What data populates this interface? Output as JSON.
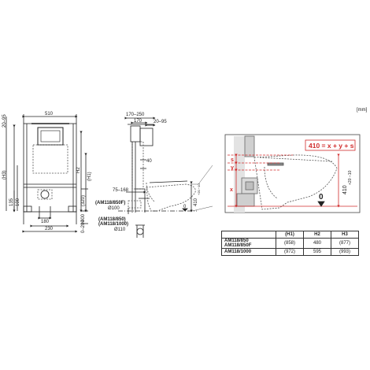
{
  "unit": "[mm]",
  "front_view": {
    "width_top": "510",
    "dim_20_95": "20–95",
    "dim_h3": "(H3)",
    "dim_h1": "(H1)",
    "dim_h2": "H2",
    "dim_320": "(320)",
    "dim_135": "135",
    "dim_100": "100",
    "dim_180": "180",
    "dim_230": "230",
    "dim_400": "400",
    "dim_0_200": "0–200"
  },
  "side_view": {
    "dim_170_250": "170–250",
    "dim_170": "170",
    "dim_20_95": "20–95",
    "dim_40": "40",
    "dim_75_168": "75–168",
    "dim_410": "410",
    "dim_410_tol": "+20 −10",
    "dim_0": "0",
    "label_850f": "(AM118/850F)",
    "label_d100": "Ø100",
    "label_850_1000": "(AM118/850)",
    "label_1000": "(AM118/1000)",
    "label_d110": "Ø110"
  },
  "detail_view": {
    "formula": "410 = x + y + s",
    "label_s": "s",
    "label_y": "y",
    "label_x": "x",
    "label_0": "0",
    "dim_410": "410",
    "dim_410_tol": "+20 −10"
  },
  "table": {
    "headers": [
      "",
      "(H1)",
      "H2",
      "H3"
    ],
    "rows": [
      [
        "AM118/850\nAM118/850F",
        "(858)",
        "480",
        "(877)"
      ],
      [
        "AM118/1000",
        "(972)",
        "595",
        "(993)"
      ]
    ],
    "row1_model_a": "AM118/850",
    "row1_model_b": "AM118/850F",
    "row1_h1": "(858)",
    "row1_h2": "480",
    "row1_h3": "(877)",
    "row2_model": "AM118/1000",
    "row2_h1": "(972)",
    "row2_h2": "595",
    "row2_h3": "(993)"
  },
  "colors": {
    "accent": "#d12b2b",
    "line": "#222222",
    "hidden": "#555555"
  }
}
